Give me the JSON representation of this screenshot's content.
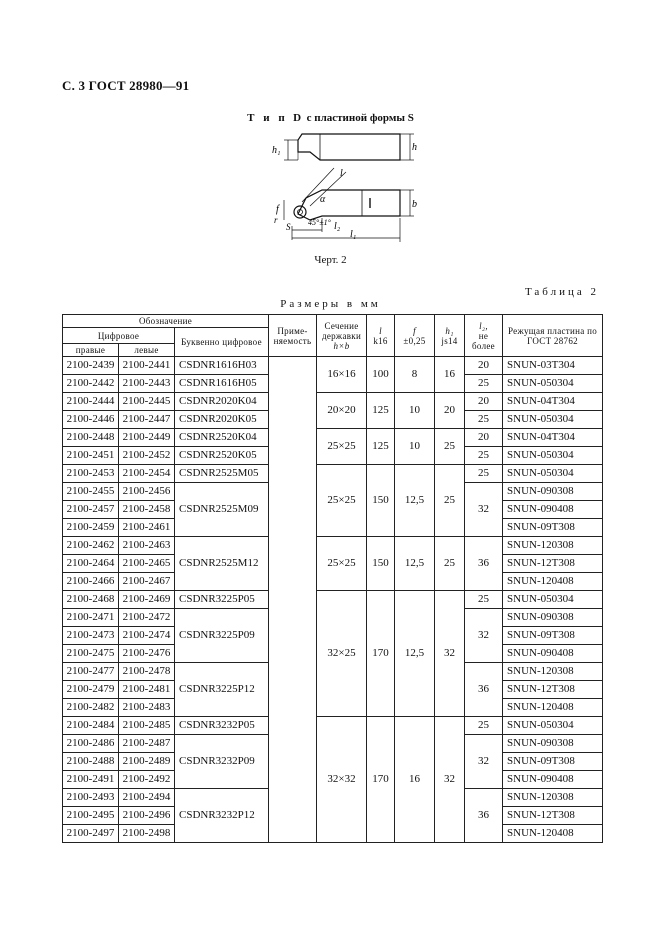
{
  "header": "С. 3 ГОСТ 28980—91",
  "figure": {
    "title_prefix": "Т и п",
    "title_letter": "D",
    "title_rest": "с пластиной формы S",
    "caption": "Черт. 2",
    "labels": {
      "h1": "h₁",
      "h": "h",
      "b": "b",
      "l": "l",
      "l2": "l₂",
      "l1": "l₁",
      "f": "f",
      "r": "r",
      "alpha": "α",
      "angle": "45°±1°",
      "s": "S"
    }
  },
  "table_label": "Таблица 2",
  "sizes_label": "Размеры в мм",
  "headers": {
    "designation": "Обозначение",
    "digital": "Цифровое",
    "letter_code": "Буквенно цифровое",
    "right": "правые",
    "left": "левые",
    "applicability": "Приме-няемость",
    "section": "Сечение державки",
    "section_formula": "h×b",
    "l": "l",
    "l_tol": "k16",
    "f": "f",
    "f_tol": "±0,25",
    "h1": "h₁",
    "h1_tol": "js14",
    "l2": "l₂,",
    "l2_note": "не более",
    "insert": "Режущая пластина по ГОСТ 28762"
  },
  "rows": [
    {
      "right": "2100-2439",
      "left": "2100-2441",
      "code": "CSDNR1616H03",
      "l2": "20",
      "insert": "SNUN-03T304"
    },
    {
      "right": "2100-2442",
      "left": "2100-2443",
      "code": "CSDNR1616H05",
      "l2": "25",
      "insert": "SNUN-050304"
    },
    {
      "right": "2100-2444",
      "left": "2100-2445",
      "code": "CSDNR2020K04",
      "l2": "20",
      "insert": "SNUN-04T304"
    },
    {
      "right": "2100-2446",
      "left": "2100-2447",
      "code": "CSDNR2020K05",
      "l2": "25",
      "insert": "SNUN-050304"
    },
    {
      "right": "2100-2448",
      "left": "2100-2449",
      "code": "CSDNR2520K04",
      "l2": "20",
      "insert": "SNUN-04T304"
    },
    {
      "right": "2100-2451",
      "left": "2100-2452",
      "code": "CSDNR2520K05",
      "l2": "25",
      "insert": "SNUN-050304"
    },
    {
      "right": "2100-2453",
      "left": "2100-2454",
      "code": "CSDNR2525M05",
      "l2": "25",
      "insert": "SNUN-050304"
    },
    {
      "right": "2100-2455",
      "left": "2100-2456",
      "insert": "SNUN-090308"
    },
    {
      "right": "2100-2457",
      "left": "2100-2458",
      "insert": "SNUN-090408"
    },
    {
      "right": "2100-2459",
      "left": "2100-2461",
      "insert": "SNUN-09T308"
    },
    {
      "right": "2100-2462",
      "left": "2100-2463",
      "insert": "SNUN-120308"
    },
    {
      "right": "2100-2464",
      "left": "2100-2465",
      "insert": "SNUN-12T308"
    },
    {
      "right": "2100-2466",
      "left": "2100-2467",
      "insert": "SNUN-120408"
    },
    {
      "right": "2100-2468",
      "left": "2100-2469",
      "code": "CSDNR3225P05",
      "l2": "25",
      "insert": "SNUN-050304"
    },
    {
      "right": "2100-2471",
      "left": "2100-2472",
      "insert": "SNUN-090308"
    },
    {
      "right": "2100-2473",
      "left": "2100-2474",
      "insert": "SNUN-09T308"
    },
    {
      "right": "2100-2475",
      "left": "2100-2476",
      "insert": "SNUN-090408"
    },
    {
      "right": "2100-2477",
      "left": "2100-2478",
      "insert": "SNUN-120308"
    },
    {
      "right": "2100-2479",
      "left": "2100-2481",
      "insert": "SNUN-12T308"
    },
    {
      "right": "2100-2482",
      "left": "2100-2483",
      "insert": "SNUN-120408"
    },
    {
      "right": "2100-2484",
      "left": "2100-2485",
      "code": "CSDNR3232P05",
      "l2": "25",
      "insert": "SNUN-050304"
    },
    {
      "right": "2100-2486",
      "left": "2100-2487",
      "insert": "SNUN-090308"
    },
    {
      "right": "2100-2488",
      "left": "2100-2489",
      "insert": "SNUN-09T308"
    },
    {
      "right": "2100-2491",
      "left": "2100-2492",
      "insert": "SNUN-090408"
    },
    {
      "right": "2100-2493",
      "left": "2100-2494",
      "insert": "SNUN-120308"
    },
    {
      "right": "2100-2495",
      "left": "2100-2496",
      "insert": "SNUN-12T308"
    },
    {
      "right": "2100-2497",
      "left": "2100-2498",
      "insert": "SNUN-120408"
    }
  ],
  "groups": [
    {
      "section": "16×16",
      "l": "100",
      "f": "8",
      "h1": "16"
    },
    {
      "section": "20×20",
      "l": "125",
      "f": "10",
      "h1": "20"
    },
    {
      "section": "25×25",
      "l": "125",
      "f": "10",
      "h1": "25"
    },
    {
      "section": "25×25",
      "l": "150",
      "f": "12,5",
      "h1": "25"
    },
    {
      "section": "25×25",
      "l": "150",
      "f": "12,5",
      "h1": "25"
    },
    {
      "section": "32×25",
      "l": "170",
      "f": "12,5",
      "h1": "32"
    },
    {
      "section": "32×32",
      "l": "170",
      "f": "16",
      "h1": "32"
    }
  ],
  "merged": {
    "code_2525M09": "CSDNR2525M09",
    "code_2525M12": "CSDNR2525M12",
    "code_3225P09": "CSDNR3225P09",
    "code_3225P12": "CSDNR3225P12",
    "code_3232P09": "CSDNR3232P09",
    "code_3232P12": "CSDNR3232P12",
    "l2_32a": "32",
    "l2_36a": "36",
    "l2_32b": "32",
    "l2_36b": "36",
    "l2_32c": "32",
    "l2_36c": "36"
  }
}
